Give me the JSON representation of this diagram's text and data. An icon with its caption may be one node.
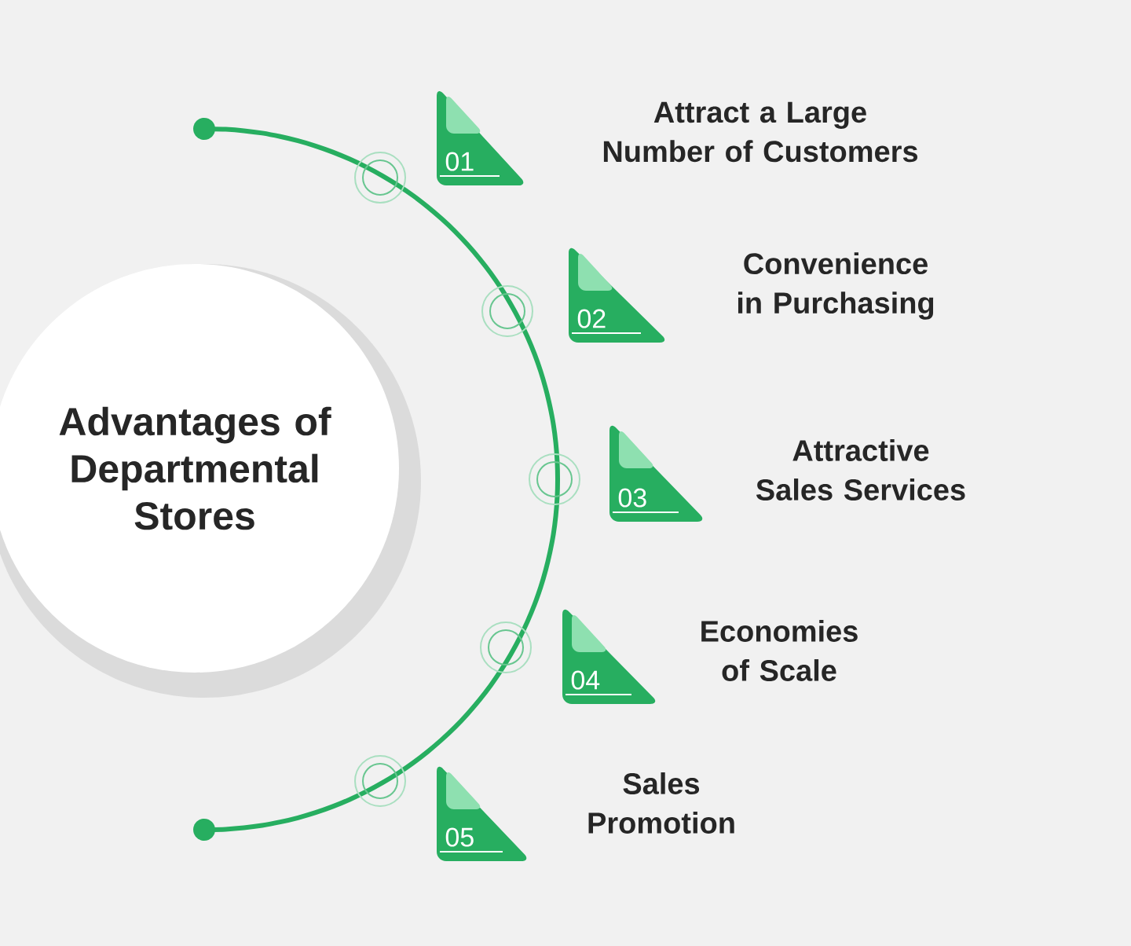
{
  "diagram": {
    "nodes": [
      {
        "text": [
          "Advantages of Departmental Stores"
        ]
      },
      {
        "text": [
          "01"
        ],
        "beside": [
          "Attract a Large Number of Customers"
        ]
      },
      {
        "text": [
          "02"
        ],
        "beside": [
          "Convenience in Purchasing"
        ]
      },
      {
        "text": [
          "03"
        ],
        "beside": [
          "Attractive Sales Services"
        ]
      },
      {
        "text": [
          "04"
        ],
        "beside": [
          "Economies of Scale"
        ]
      },
      {
        "text": [
          "05"
        ],
        "beside": [
          "Sales Promotion"
        ]
      }
    ]
  }
}
